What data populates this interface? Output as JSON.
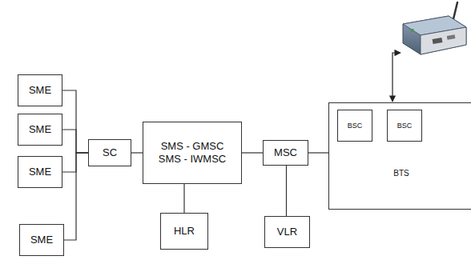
{
  "diagram": {
    "nodes": [
      {
        "text": [
          "SME"
        ]
      },
      {
        "text": [
          "SME"
        ]
      },
      {
        "text": [
          "SME"
        ]
      },
      {
        "text": [
          "SME"
        ]
      },
      {
        "text": [
          "SC"
        ]
      },
      {
        "text": [
          "SMS - GMSC SMS - IWMSC"
        ]
      },
      {
        "text": [
          "HLR"
        ]
      },
      {
        "text": [
          "MSC"
        ]
      },
      {
        "text": [
          "VLR"
        ]
      },
      {
        "text": [
          "BTS"
        ]
      },
      {
        "text": [
          "BSC"
        ],
        "in": 9
      },
      {
        "text": [
          "BSC"
        ],
        "in": 9
      }
    ],
    "edges": [
      {
        "from": 0,
        "to": 4,
        "arrow": "none"
      },
      {
        "from": 1,
        "to": 4,
        "arrow": "none"
      },
      {
        "from": 2,
        "to": 4,
        "arrow": "none"
      },
      {
        "from": 3,
        "to": 4,
        "arrow": "none"
      },
      {
        "from": 4,
        "to": 5,
        "arrow": "none"
      },
      {
        "from": 5,
        "to": 6,
        "arrow": "none"
      },
      {
        "from": 5,
        "to": 7,
        "arrow": "none"
      },
      {
        "from": 7,
        "to": 8,
        "arrow": "none"
      },
      {
        "from": 7,
        "to": 9,
        "arrow": "none"
      }
    ]
  }
}
